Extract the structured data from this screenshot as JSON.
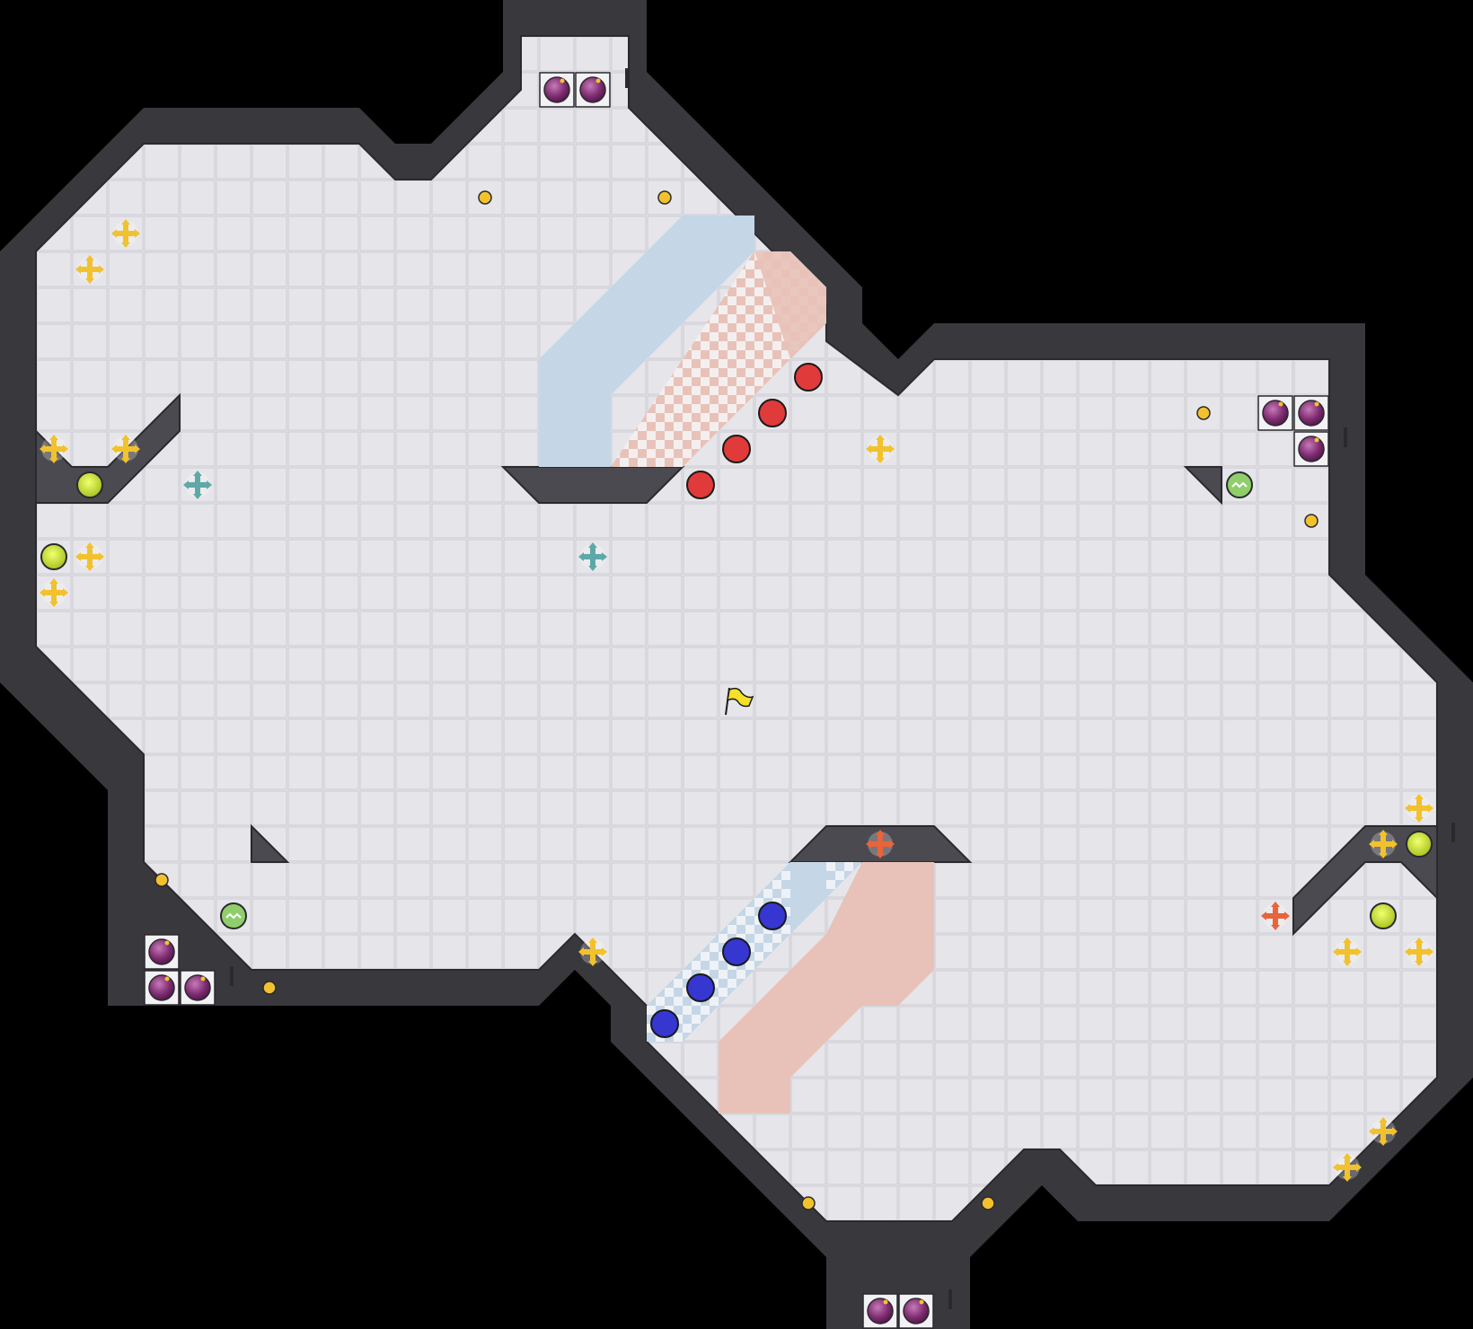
{
  "colors": {
    "background": "#000000",
    "tile": "#e6e6ea",
    "tile_line": "#cfcfd5",
    "wall": "#4a4a50",
    "wall_edge": "#2c2c30",
    "red_team": "#e03a3a",
    "blue_team": "#3636d0",
    "red_zone": "#e8c2b8",
    "blue_zone": "#c5d6e6",
    "boost": "#f2c22e",
    "bomb": "#8a2f7a",
    "flag": "#f5e02a",
    "powerup": "#c8e02a",
    "teleport": "#5fa8a8",
    "red_boost": "#e8643a"
  },
  "icons": {
    "boost": "boost-icon",
    "bomb": "bomb-icon",
    "flag": "flag-icon",
    "powerup": "powerup-icon",
    "team_boost": "team-boost-icon",
    "spike": "spike-icon",
    "gate": "gate-icon"
  },
  "map": {
    "grid": {
      "cols": 41,
      "rows": 37
    },
    "red_players": [
      [
        22,
        9
      ],
      [
        21,
        10
      ],
      [
        20,
        11
      ],
      [
        19,
        12
      ]
    ],
    "blue_players": [
      [
        21,
        24
      ],
      [
        20,
        25
      ],
      [
        19,
        26
      ],
      [
        18,
        27
      ]
    ],
    "flag": [
      20,
      18
    ],
    "powerups": [
      [
        2,
        12
      ],
      [
        1,
        14
      ],
      [
        39,
        22
      ],
      [
        38,
        24
      ]
    ],
    "boosts": [
      [
        3,
        5
      ],
      [
        2,
        6
      ],
      [
        1,
        11
      ],
      [
        3,
        11
      ],
      [
        2,
        14
      ],
      [
        1,
        15
      ],
      [
        24,
        11
      ],
      [
        39,
        21
      ],
      [
        38,
        22
      ],
      [
        37,
        25
      ],
      [
        39,
        25
      ],
      [
        38,
        30
      ],
      [
        37,
        31
      ],
      [
        16,
        25
      ]
    ],
    "team_boosts_teal": [
      [
        5,
        12
      ],
      [
        16,
        14
      ]
    ],
    "team_boosts_red": [
      [
        24,
        22
      ],
      [
        35,
        24
      ]
    ],
    "spikes": [
      [
        6,
        24
      ],
      [
        34,
        12
      ]
    ],
    "bombs": [
      [
        15,
        1
      ],
      [
        16,
        1
      ],
      [
        35,
        10
      ],
      [
        36,
        10
      ],
      [
        36,
        11
      ],
      [
        4,
        25
      ],
      [
        4,
        26
      ],
      [
        5,
        26
      ],
      [
        24,
        35
      ],
      [
        25,
        35
      ]
    ],
    "small_dots": [
      [
        13,
        4
      ],
      [
        18,
        4
      ],
      [
        33,
        10
      ],
      [
        36,
        13
      ],
      [
        4,
        23
      ],
      [
        7,
        26
      ],
      [
        22,
        32
      ],
      [
        27,
        32
      ]
    ]
  }
}
